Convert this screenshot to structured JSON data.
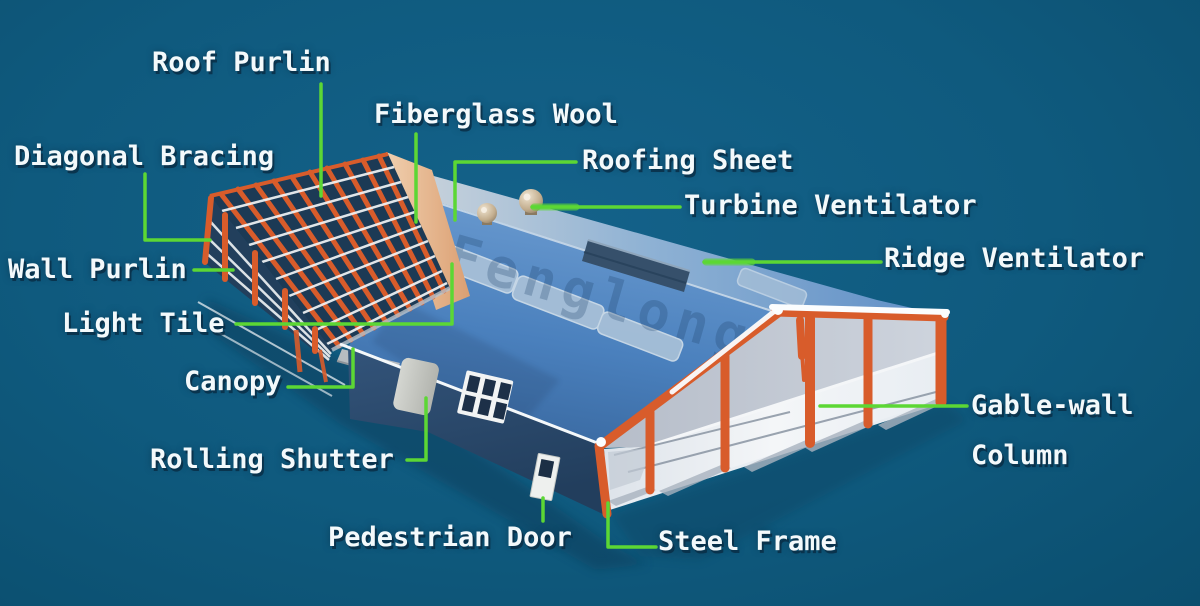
{
  "diagram": {
    "type": "annotated-isometric-illustration",
    "subject": "prefabricated steel structure warehouse building cutaway",
    "watermark": "Fenglong",
    "colors": {
      "background_teal": "#0f5a7e",
      "leader_line_green": "#5cd734",
      "label_text": "#f3f9fb",
      "label_shadow": "#092c44",
      "steel_frame_orange": "#d85c2b",
      "roof_sheet_blue": "#4a80bd",
      "wall_cladding_navy": "#2e4e72",
      "fiberglass_wool_tan": "#e8bf9e",
      "interior_light_gray": "#eef1f5",
      "purlin_white": "#f1f4f6"
    },
    "labels": [
      {
        "id": "roof-purlin",
        "text": "Roof Purlin"
      },
      {
        "id": "fiberglass-wool",
        "text": "Fiberglass Wool"
      },
      {
        "id": "diagonal-bracing",
        "text": "Diagonal Bracing"
      },
      {
        "id": "roofing-sheet",
        "text": "Roofing Sheet"
      },
      {
        "id": "turbine-ventilator",
        "text": "Turbine Ventilator"
      },
      {
        "id": "wall-purlin",
        "text": "Wall Purlin"
      },
      {
        "id": "ridge-ventilator",
        "text": "Ridge Ventilator"
      },
      {
        "id": "light-tile",
        "text": "Light Tile"
      },
      {
        "id": "canopy",
        "text": "Canopy"
      },
      {
        "id": "gable-wall-column",
        "text": "Gable-wall\nColumn"
      },
      {
        "id": "rolling-shutter",
        "text": "Rolling Shutter"
      },
      {
        "id": "pedestrian-door",
        "text": "Pedestrian Door"
      },
      {
        "id": "steel-frame",
        "text": "Steel Frame"
      }
    ]
  }
}
